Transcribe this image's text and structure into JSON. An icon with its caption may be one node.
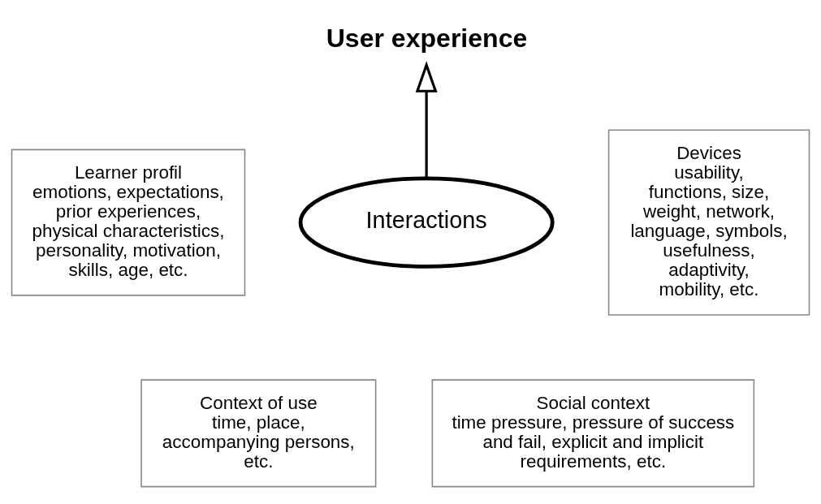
{
  "diagram": {
    "nodes": [
      {
        "text": [
          "User experience"
        ]
      },
      {
        "text": [
          "Interactions"
        ]
      },
      {
        "text": [
          "Learner profil",
          "emotions, expectations, prior experiences, physical characteristics, personality, motivation, skills, age, etc."
        ]
      },
      {
        "text": [
          "Devices",
          "usability, functions, size, weight, network, language, symbols, usefulness, adaptivity, mobility, etc."
        ]
      },
      {
        "text": [
          "Context of use",
          "time, place, accompanying persons, etc."
        ]
      },
      {
        "text": [
          "Social context",
          "time pressure, pressure of success and fail, explicit and implicit requirements, etc."
        ]
      }
    ],
    "edges": [
      {
        "from": 1,
        "to": 0,
        "arrow": "to"
      }
    ]
  }
}
